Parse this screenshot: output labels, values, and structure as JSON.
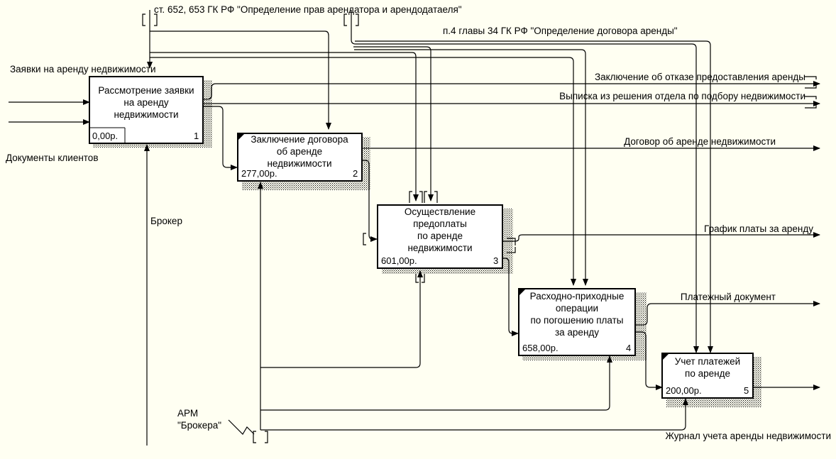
{
  "top_controls": [
    "ст. 652, 653 ГК РФ \"Определение прав арендатора и арендодатаеля\"",
    "п.4 главы 34 ГК РФ \"Определение договора аренды\""
  ],
  "inputs": {
    "requests": "Заявки на аренду недвижимости",
    "client_docs": "Документы клиентов"
  },
  "mechanisms": {
    "broker": "Брокер",
    "arm_line1": "АРМ",
    "arm_line2": "\"Брокера\""
  },
  "outputs": {
    "refusal": "Заключение об отказе предоставления аренды",
    "extract": "Выписка из решения отдела по подбору недвижимости",
    "contract": "Договор об аренде недвижимости",
    "schedule": "График платы за аренду",
    "payment_doc": "Платежный документ",
    "journal": "Журнал учета аренды недвижимости"
  },
  "boxes": [
    {
      "lines": [
        "Рассмотрение заявки",
        "на аренду",
        "недвижимости"
      ],
      "cost": "0,00р.",
      "num": "1"
    },
    {
      "lines": [
        "Заключение договора",
        "об аренде",
        "недвижимости"
      ],
      "cost": "277,00р.",
      "num": "2"
    },
    {
      "lines": [
        "Осуществление",
        "предоплаты",
        "по аренде",
        "недвижимости"
      ],
      "cost": "601,00р.",
      "num": "3"
    },
    {
      "lines": [
        "Расходно-приходные",
        "операции",
        "по погошению платы",
        "за аренду"
      ],
      "cost": "658,00р.",
      "num": "4"
    },
    {
      "lines": [
        "Учет платежей",
        "по аренде"
      ],
      "cost": "200,00р.",
      "num": "5"
    }
  ]
}
